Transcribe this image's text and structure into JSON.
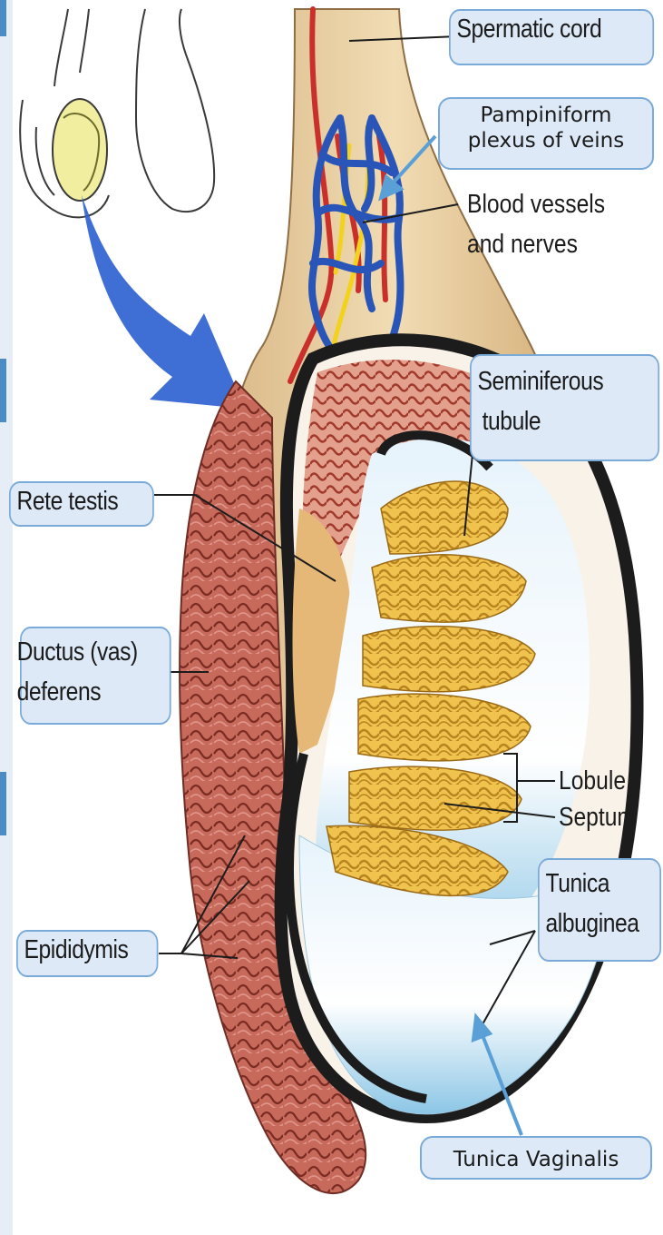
{
  "labels": {
    "spermatic_cord": "Spermatic cord",
    "pampiniform_line1": "Pampiniform",
    "pampiniform_line2": "plexus of veins",
    "blood_vessels_line1": "Blood vessels",
    "blood_vessels_line2": "and nerves",
    "seminiferous_line1": "Seminiferous",
    "seminiferous_line2": "tubule",
    "rete_testis": "Rete testis",
    "ductus_line1": "Ductus (vas)",
    "ductus_line2": "deferens",
    "lobule": "Lobule",
    "septum": "Septum",
    "tunica_albuginea_line1": "Tunica",
    "tunica_albuginea_line2": "albuginea",
    "epididymis": "Epididymis",
    "tunica_vaginalis": "Tunica Vaginalis"
  },
  "colors": {
    "label_fill": "#dde9f6",
    "label_border": "#7aaad8",
    "artery": "#c9302c",
    "vein": "#2a55b8",
    "nerve": "#f2d21c",
    "tubule": "#e8b33a",
    "epididymis": "#b8544a",
    "tunica": "#1c1c1c",
    "cavity": "#cfe6f4",
    "arrow": "#2f62d0"
  },
  "icons": {
    "direction_arrow": "blue-curved-arrow-icon"
  }
}
